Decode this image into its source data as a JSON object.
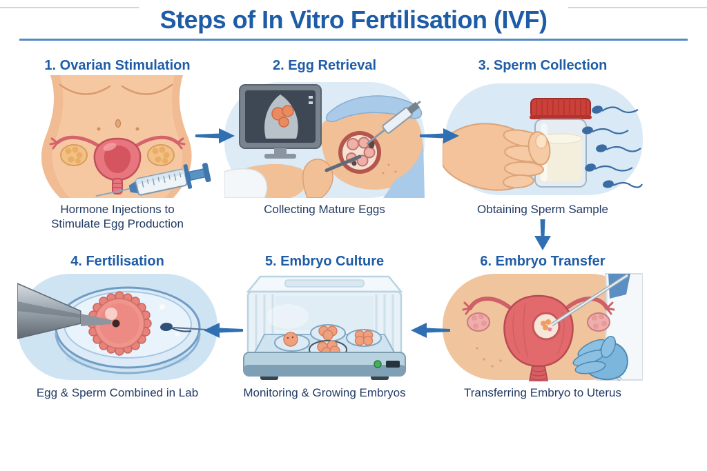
{
  "title": "Steps of In Vitro Fertilisation (IVF)",
  "steps": [
    {
      "id": "ovarian-stimulation",
      "heading": "1. Ovarian Stimulation",
      "caption": "Hormone Injections to Stimulate Egg Production",
      "illustration": "abdomen-uterus-syringe-illustration"
    },
    {
      "id": "egg-retrieval",
      "heading": "2. Egg Retrieval",
      "caption": "Collecting Mature Eggs",
      "illustration": "ultrasound-egg-retrieval-illustration"
    },
    {
      "id": "sperm-collection",
      "heading": "3. Sperm Collection",
      "caption": "Obtaining Sperm Sample",
      "illustration": "hand-specimen-cup-sperm-illustration"
    },
    {
      "id": "fertilisation",
      "heading": "4. Fertilisation",
      "caption": "Egg & Sperm Combined in Lab",
      "illustration": "petri-dish-icsi-illustration"
    },
    {
      "id": "embryo-culture",
      "heading": "5. Embryo Culture",
      "caption": "Monitoring & Growing Embryos",
      "illustration": "incubator-embryos-illustration"
    },
    {
      "id": "embryo-transfer",
      "heading": "6. Embryo Transfer",
      "caption": "Transferring Embryo to Uterus",
      "illustration": "uterus-catheter-transfer-illustration"
    }
  ],
  "arrows": [
    {
      "from": "step-1",
      "to": "step-2",
      "direction": "right"
    },
    {
      "from": "step-2",
      "to": "step-3",
      "direction": "right"
    },
    {
      "from": "step-3",
      "to": "step-6",
      "direction": "down"
    },
    {
      "from": "step-6",
      "to": "step-5",
      "direction": "left"
    },
    {
      "from": "step-5",
      "to": "step-4",
      "direction": "left"
    }
  ],
  "colors": {
    "heading_blue": "#1e5ca6",
    "caption_navy": "#223a63",
    "arrow_blue": "#2f6fb2",
    "divider_blue": "#5588c5",
    "top_line_blue": "#c5d8ea",
    "blob_light_blue": "#d9e9f5",
    "skin": "#f3c29e",
    "uterus_red": "#e2696c",
    "cup_lid_red": "#cb4038",
    "sperm_blue": "#3a6ba3"
  }
}
